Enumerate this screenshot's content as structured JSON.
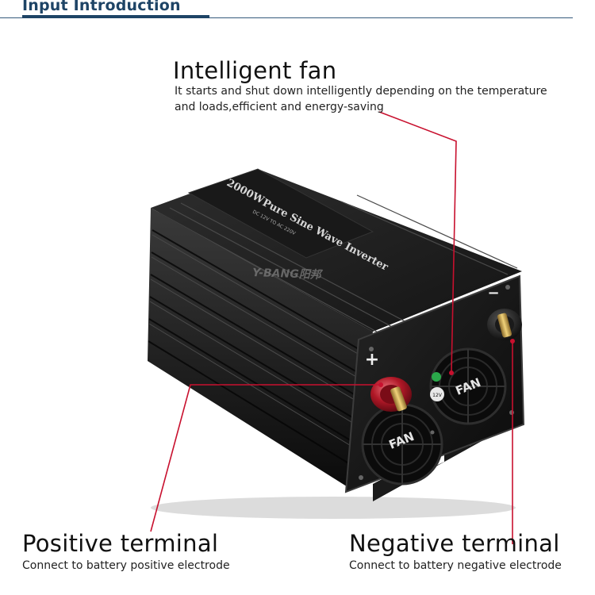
{
  "header": {
    "title": "Input Introduction",
    "accent_color": "#1e4466"
  },
  "callouts": {
    "fan": {
      "title": "Intelligent fan",
      "desc_line1": "It starts and shut down intelligently depending on the temperature",
      "desc_line2": "and loads,efficient and energy-saving"
    },
    "positive": {
      "title": "Positive terminal",
      "desc": "Connect to battery positive electrode"
    },
    "negative": {
      "title": "Negative terminal",
      "desc": "Connect to battery negative electrode"
    }
  },
  "product": {
    "brand": "Y-BANG阳邦",
    "label_main": "Pure Sine Wave Inverter",
    "label_power": "2000W",
    "label_spec": "DC 12V TO AC 220V",
    "plus_symbol": "+",
    "minus_symbol": "−",
    "fan_label": "FAN",
    "voltage_badge": "12V",
    "leader_color": "#c8102e"
  }
}
